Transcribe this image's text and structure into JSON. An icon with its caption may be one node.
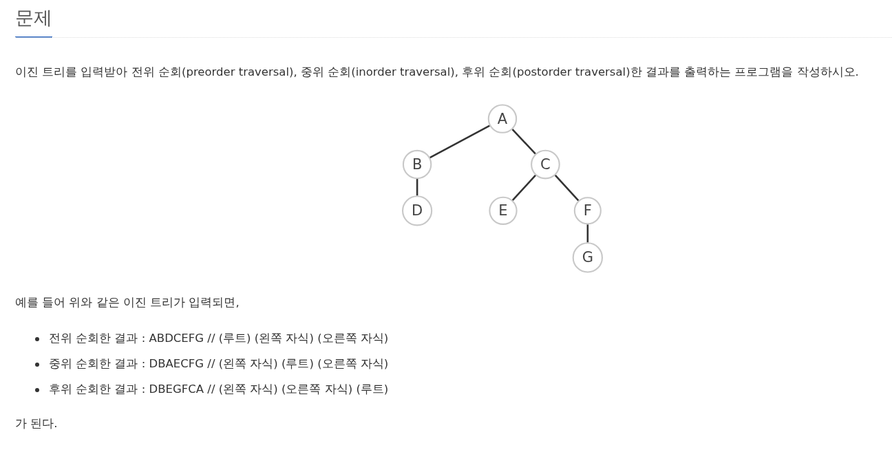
{
  "diagram": {
    "title": "문제",
    "nodes": [
      {
        "text": [
          "A"
        ]
      },
      {
        "text": [
          "B"
        ]
      },
      {
        "text": [
          "C"
        ]
      },
      {
        "text": [
          "D"
        ]
      },
      {
        "text": [
          "E"
        ]
      },
      {
        "text": [
          "F"
        ]
      },
      {
        "text": [
          "G"
        ]
      }
    ],
    "edges": [
      {
        "from": 0,
        "to": 1,
        "arrow": "none"
      },
      {
        "from": 0,
        "to": 2,
        "arrow": "none"
      },
      {
        "from": 1,
        "to": 3,
        "arrow": "none"
      },
      {
        "from": 2,
        "to": 4,
        "arrow": "none"
      },
      {
        "from": 2,
        "to": 5,
        "arrow": "none"
      },
      {
        "from": 5,
        "to": 6,
        "arrow": "none"
      }
    ],
    "labels": [
      "이진 트리를 입력받아 전위 순회(preorder traversal), 중위 순회(inorder traversal), 후위 순회(postorder traversal)한 결과를 출력하는 프로그램을 작성하시오.",
      "예를 들어 위와 같은 이진 트리가 입력되면,",
      "전위 순회한 결과 : ABDCEFG // (루트) (왼쪽 자식) (오른쪽 자식)",
      "중위 순회한 결과 : DBAECFG // (왼쪽 자식) (루트) (오른쪽 자식)",
      "후위 순회한 결과 : DBEGFCA // (왼쪽 자식) (오른쪽 자식) (루트)",
      "가 된다."
    ]
  }
}
